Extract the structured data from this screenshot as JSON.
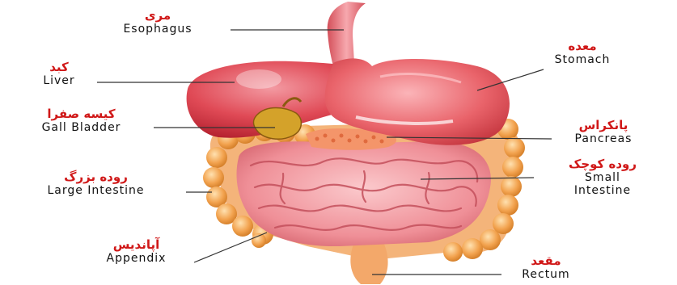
{
  "labels": {
    "esophagus": {
      "fa": "مری",
      "en": "Esophagus"
    },
    "liver": {
      "fa": "کبد",
      "en": "Liver"
    },
    "gall_bladder": {
      "fa": "کیسه صفرا",
      "en": "Gall Bladder"
    },
    "large_intestine": {
      "fa": "روده بزرگ",
      "en": "Large Intestine"
    },
    "appendix": {
      "fa": "آپاندیس",
      "en": "Appendix"
    },
    "stomach": {
      "fa": "معده",
      "en": "Stomach"
    },
    "pancreas": {
      "fa": "پانکراس",
      "en": "Pancreas"
    },
    "small_intestine": {
      "fa": "روده کوچک",
      "en_line1": "Small",
      "en_line2": "Intestine"
    },
    "rectum": {
      "fa": "مقعد",
      "en": "Rectum"
    }
  },
  "colors": {
    "persian_label": "#d01818",
    "english_label": "#111111",
    "liver": "#d9404a",
    "stomach": "#e9636a",
    "small_intestine": "#ee8e96",
    "large_intestine": "#f0a050",
    "gall_bladder": "#d4a22a",
    "leader_line": "#333333"
  }
}
